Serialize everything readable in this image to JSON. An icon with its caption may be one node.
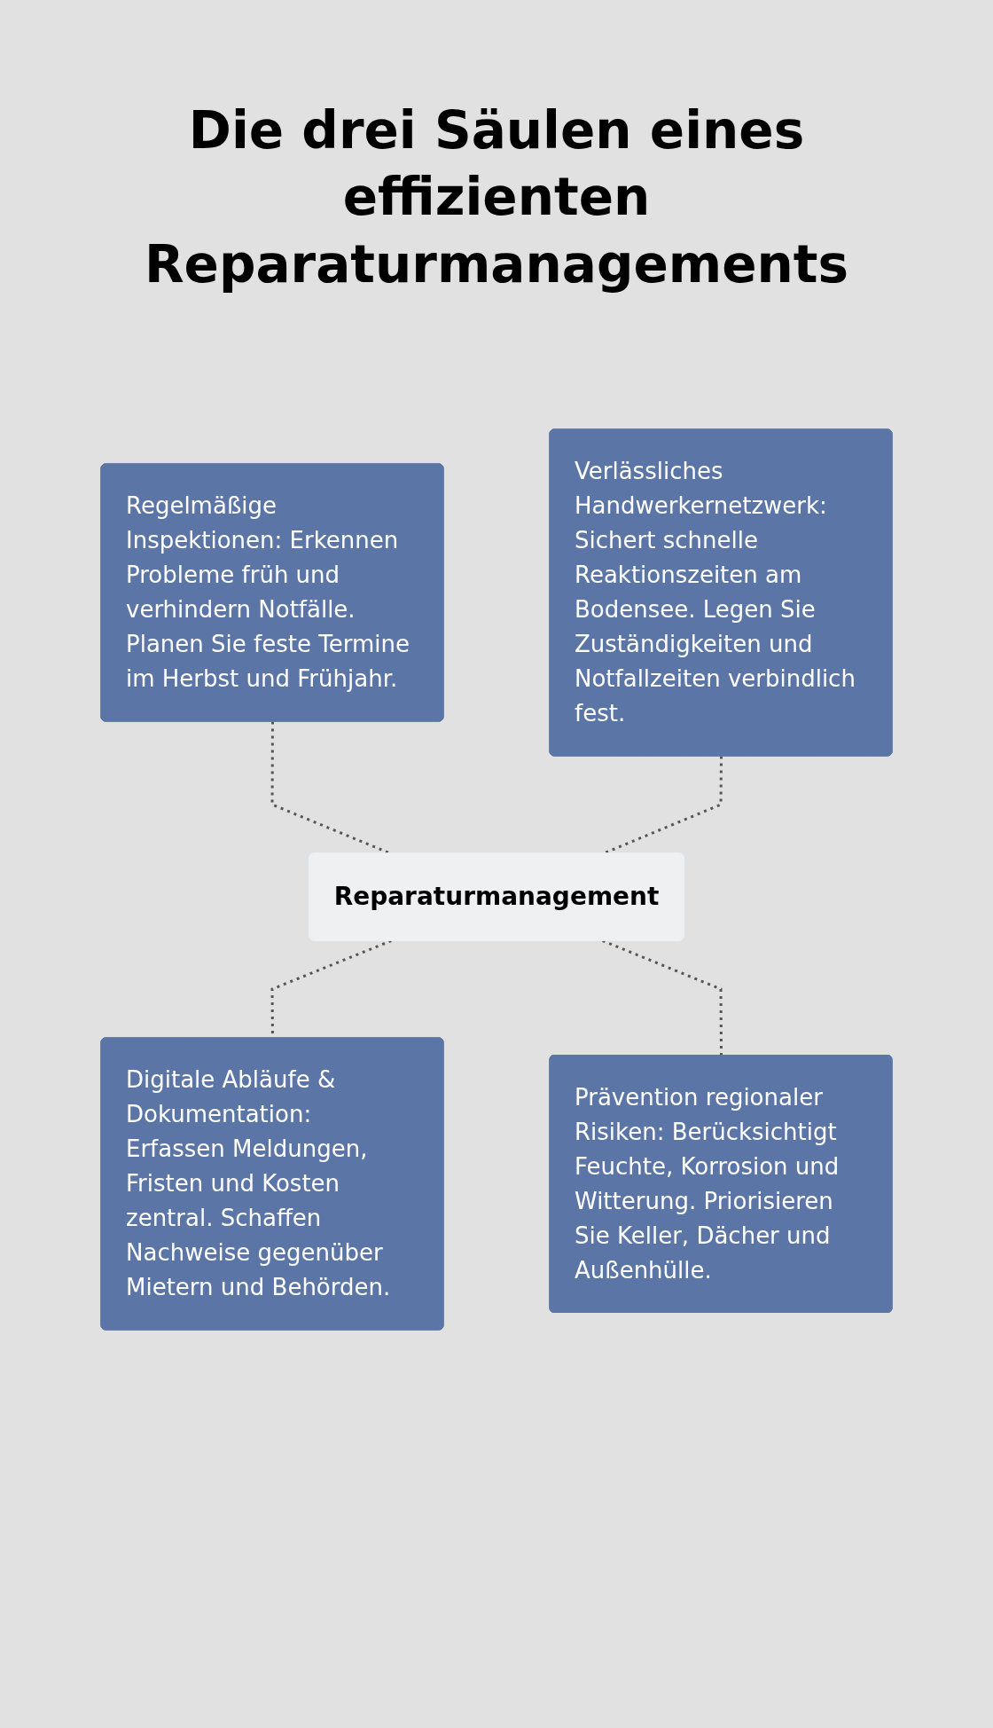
{
  "diagram": {
    "title": "Die drei Säulen eines effizienten Reparaturmanagements",
    "nodes": [
      {
        "text": [
          "Regelmäßige Inspektionen: Erkennen Probleme früh und verhindern Notfälle. Planen Sie feste Termine im Herbst und Frühjahr."
        ]
      },
      {
        "text": [
          "Verlässliches Handwerkernetzwerk: Sichert schnelle Reaktionszeiten am Bodensee. Legen Sie Zuständigkeiten und Notfallzeiten verbindlich fest."
        ]
      },
      {
        "text": [
          "Reparaturmanagement"
        ]
      },
      {
        "text": [
          "Digitale Abläufe & Dokumentation: Erfassen Meldungen, Fristen und Kosten zentral. Schaffen Nachweise gegenüber Mietern und Behörden."
        ]
      },
      {
        "text": [
          "Prävention regionaler Risiken: Berücksichtigt Feuchte, Korrosion und Witterung. Priorisieren Sie Keller, Dächer und Außenhülle."
        ]
      }
    ],
    "edges": [
      {
        "from": 0,
        "to": 2,
        "arrow": "none",
        "style": "dashed"
      },
      {
        "from": 1,
        "to": 2,
        "arrow": "none",
        "style": "dashed"
      },
      {
        "from": 2,
        "to": 3,
        "arrow": "none",
        "style": "dashed"
      },
      {
        "from": 2,
        "to": 4,
        "arrow": "none",
        "style": "dashed"
      }
    ]
  }
}
